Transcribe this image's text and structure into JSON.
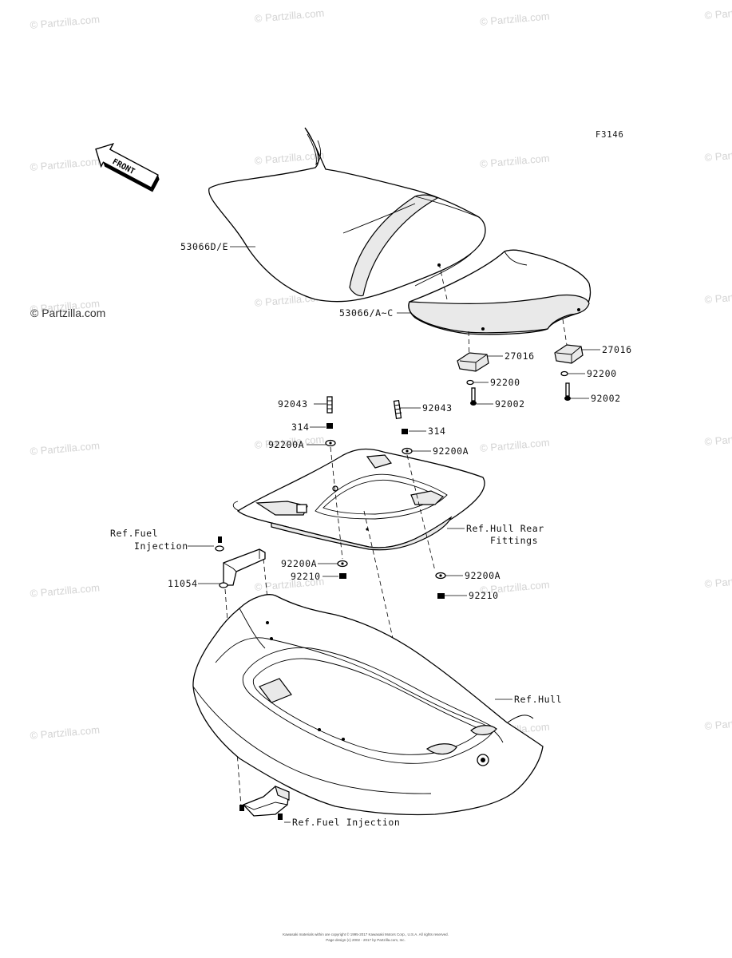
{
  "figure_code": "F3146",
  "front_label": "FRONT",
  "watermark_text": "© Partzilla.com",
  "watermark_emphasis_text": "© Partzilla.com",
  "labels": {
    "seat_front": "53066D/E",
    "seat_rear": "53066/A~C",
    "bracket_left": "27016",
    "bracket_right": "27016",
    "washer_left": "92200",
    "washer_right": "92200",
    "bolt_left": "92002",
    "bolt_right": "92002",
    "stud_left": "92043",
    "stud_right": "92043",
    "nut_left": "314",
    "nut_right": "314",
    "washer_a_upper_left": "92200A",
    "washer_a_upper_right": "92200A",
    "ref_hull_rear_fittings_1": "Ref.Hull Rear",
    "ref_hull_rear_fittings_2": "Fittings",
    "ref_fuel_injection_top_1": "Ref.Fuel",
    "ref_fuel_injection_top_2": "Injection",
    "bracket_11054": "11054",
    "washer_a_lower_left": "92200A",
    "nut_92210_left": "92210",
    "washer_a_lower_right": "92200A",
    "nut_92210_right": "92210",
    "ref_hull": "Ref.Hull",
    "ref_fuel_injection_bottom": "Ref.Fuel Injection"
  },
  "copyright_line_1": "Kawasaki materials within are copyright © 1995-2017 Kawasaki Motors Corp., U.S.A. All rights reserved.",
  "copyright_line_2": "Page design (c) 2002 - 2017 by Partzilla.com, Inc."
}
